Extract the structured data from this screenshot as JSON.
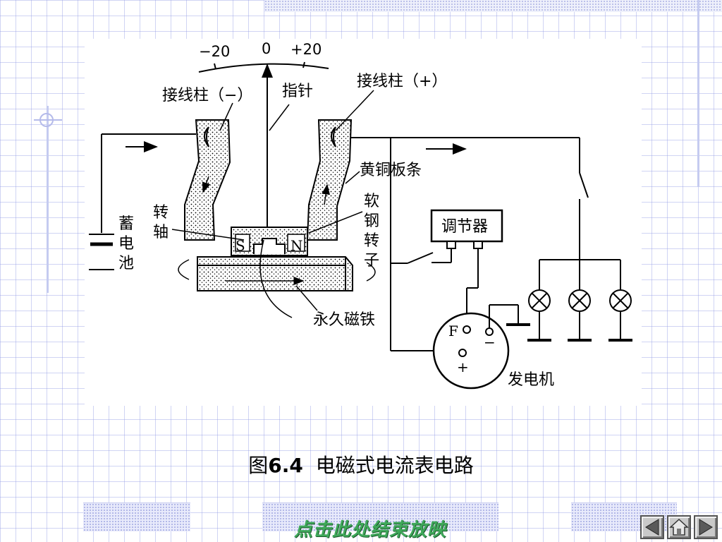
{
  "diagram": {
    "scale": {
      "minus": "−20",
      "zero": "0",
      "plus": "+20"
    },
    "labels": {
      "terminal_neg": "接线柱（−）",
      "pointer": "指针",
      "terminal_pos": "接线柱（+）",
      "brass_strip": "黄铜板条",
      "soft_iron_rotor": [
        "软",
        "钢",
        "转",
        "子"
      ],
      "shaft": [
        "转",
        "轴"
      ],
      "battery": [
        "蓄",
        "电",
        "池"
      ],
      "magnet_s": "S",
      "magnet_n": "N",
      "permanent_magnet": "永久磁铁",
      "regulator": "调节器",
      "generator": "发电机",
      "gen_f": "F",
      "gen_minus": "−",
      "gen_plus": "+"
    }
  },
  "caption": {
    "prefix": "图",
    "number": "6.4",
    "title": "电磁式电流表电路"
  },
  "nav": {
    "end_show": "点击此处结束放映"
  },
  "colors": {
    "grid": "#969ee6",
    "end_text": "#3fa85a",
    "nav_button": "#c9c9c9"
  },
  "icons": [
    "prev-arrow-icon",
    "home-icon",
    "next-arrow-icon"
  ]
}
